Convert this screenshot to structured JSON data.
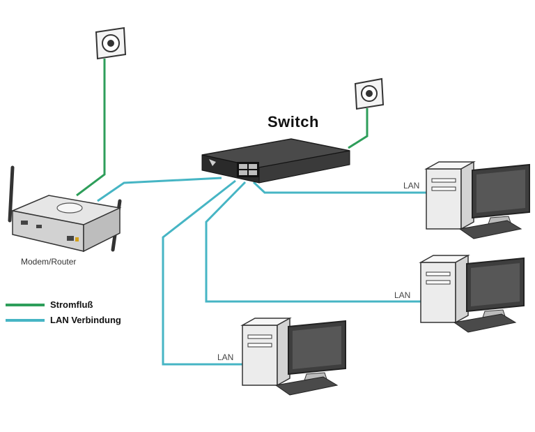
{
  "title": "Switch",
  "router_label": "Modem/Router",
  "lan_labels": [
    "LAN",
    "LAN",
    "LAN"
  ],
  "legend": {
    "power": "Stromfluß",
    "lan": "LAN Verbindung"
  },
  "colors": {
    "power": "#2e9e5a",
    "lan": "#46b5c4"
  }
}
